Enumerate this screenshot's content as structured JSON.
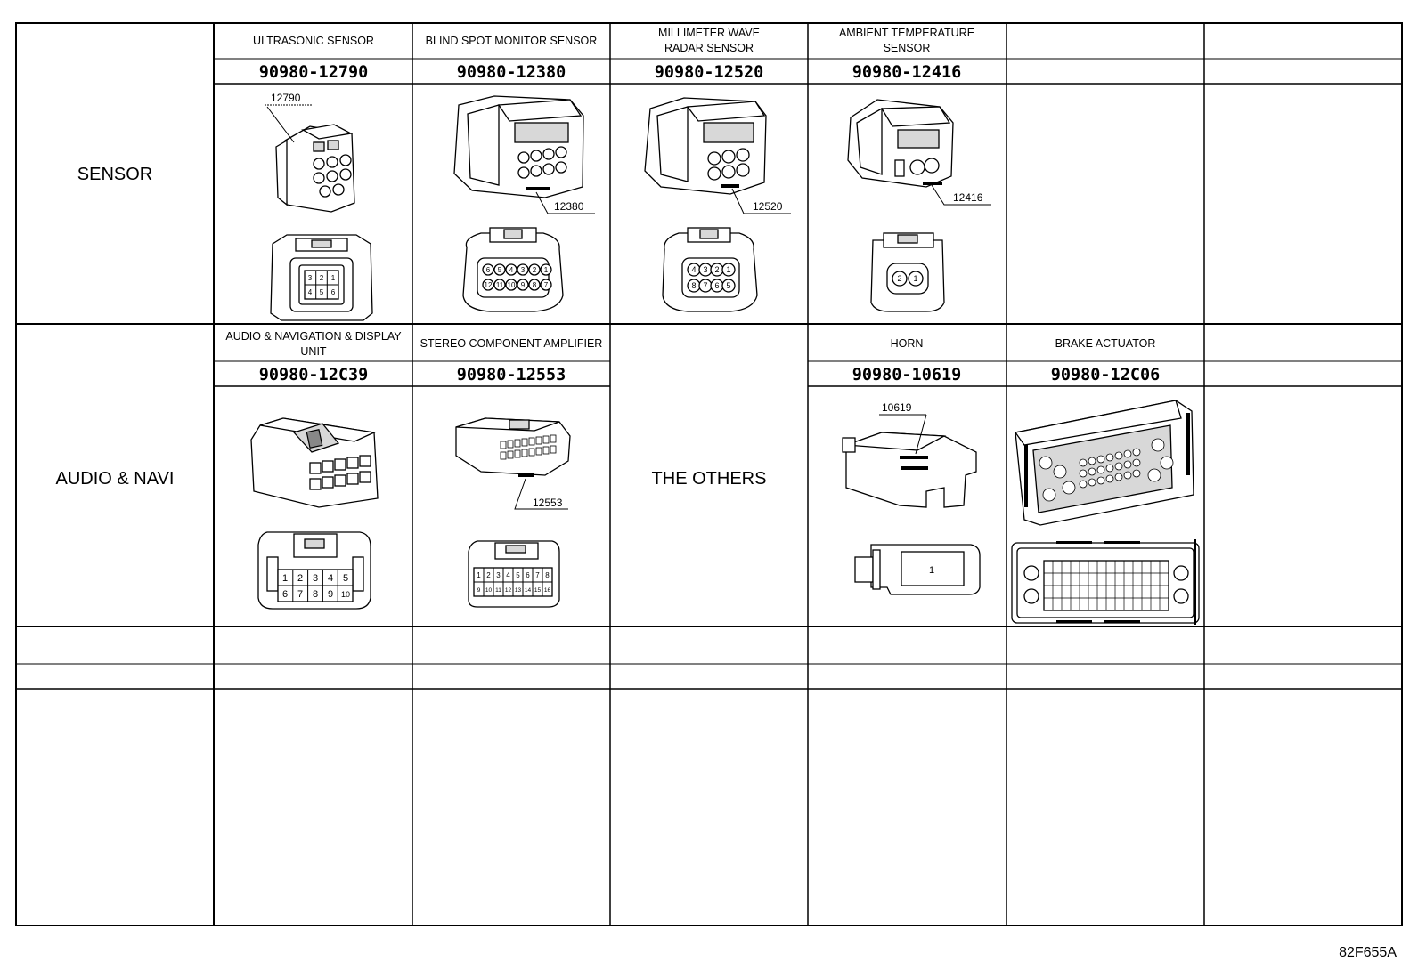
{
  "sheet_code": "82F655A",
  "rows": [
    {
      "category": "SENSOR",
      "cells": [
        {
          "name": "ULTRASONIC SENSOR",
          "part": "90980-12790",
          "tag": "12790"
        },
        {
          "name_lines": [
            "BLIND SPOT MONITOR SENSOR"
          ],
          "part": "90980-12380",
          "tag": "12380"
        },
        {
          "name_lines": [
            "MILLIMETER WAVE",
            "RADAR SENSOR"
          ],
          "part": "90980-12520",
          "tag": "12520"
        },
        {
          "name_lines": [
            "AMBIENT TEMPERATURE",
            "SENSOR"
          ],
          "part": "90980-12416",
          "tag": "12416"
        }
      ]
    },
    {
      "category": "AUDIO & NAVI",
      "cells": [
        {
          "name_lines": [
            "AUDIO & NAVIGATION & DISPLAY",
            "UNIT"
          ],
          "part": "90980-12C39"
        },
        {
          "name": "STEREO COMPONENT AMPLIFIER",
          "part": "90980-12553",
          "tag": "12553"
        },
        {
          "category": "THE OTHERS"
        },
        {
          "name": "HORN",
          "part": "90980-10619",
          "tag": "10619"
        },
        {
          "name": "BRAKE ACTUATOR",
          "part": "90980-12C06"
        }
      ]
    }
  ],
  "pin_labels": {
    "ultrasonic": [
      "3",
      "2",
      "1",
      "4",
      "5",
      "6"
    ],
    "blind_spot_top": [
      "6",
      "5",
      "4",
      "3",
      "2",
      "1"
    ],
    "blind_spot_bottom": [
      "12",
      "11",
      "10",
      "9",
      "8",
      "7"
    ],
    "radar_top": [
      "4",
      "3",
      "2",
      "1"
    ],
    "radar_bottom": [
      "8",
      "7",
      "6",
      "5"
    ],
    "ambient": [
      "2",
      "1"
    ],
    "audio_top": [
      "1",
      "2",
      "3",
      "4",
      "5"
    ],
    "audio_bottom": [
      "6",
      "7",
      "8",
      "9",
      "10"
    ],
    "amp_top": [
      "1",
      "2",
      "3",
      "4",
      "5",
      "6",
      "7",
      "8"
    ],
    "amp_bottom": [
      "9",
      "10",
      "11",
      "12",
      "13",
      "14",
      "15",
      "16"
    ],
    "horn": [
      "1"
    ]
  }
}
